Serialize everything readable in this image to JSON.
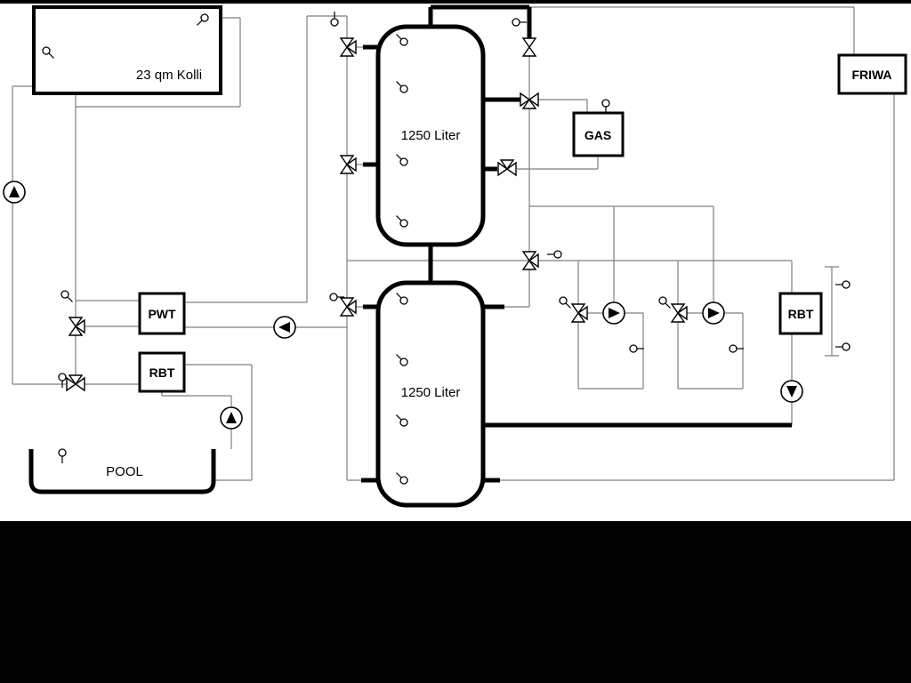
{
  "labels": {
    "collector": "23 qm Kolli",
    "tank_top": "1250 Liter",
    "tank_bottom": "1250 Liter",
    "gas": "GAS",
    "friwa": "FRIWA",
    "pwt": "PWT",
    "rbt_left": "RBT",
    "rbt_right": "RBT",
    "pool": "POOL"
  },
  "colors": {
    "pipe_thin": "#7f7f7f",
    "pipe_thick": "#000000",
    "background": "#ffffff",
    "letterbox": "#000000"
  }
}
